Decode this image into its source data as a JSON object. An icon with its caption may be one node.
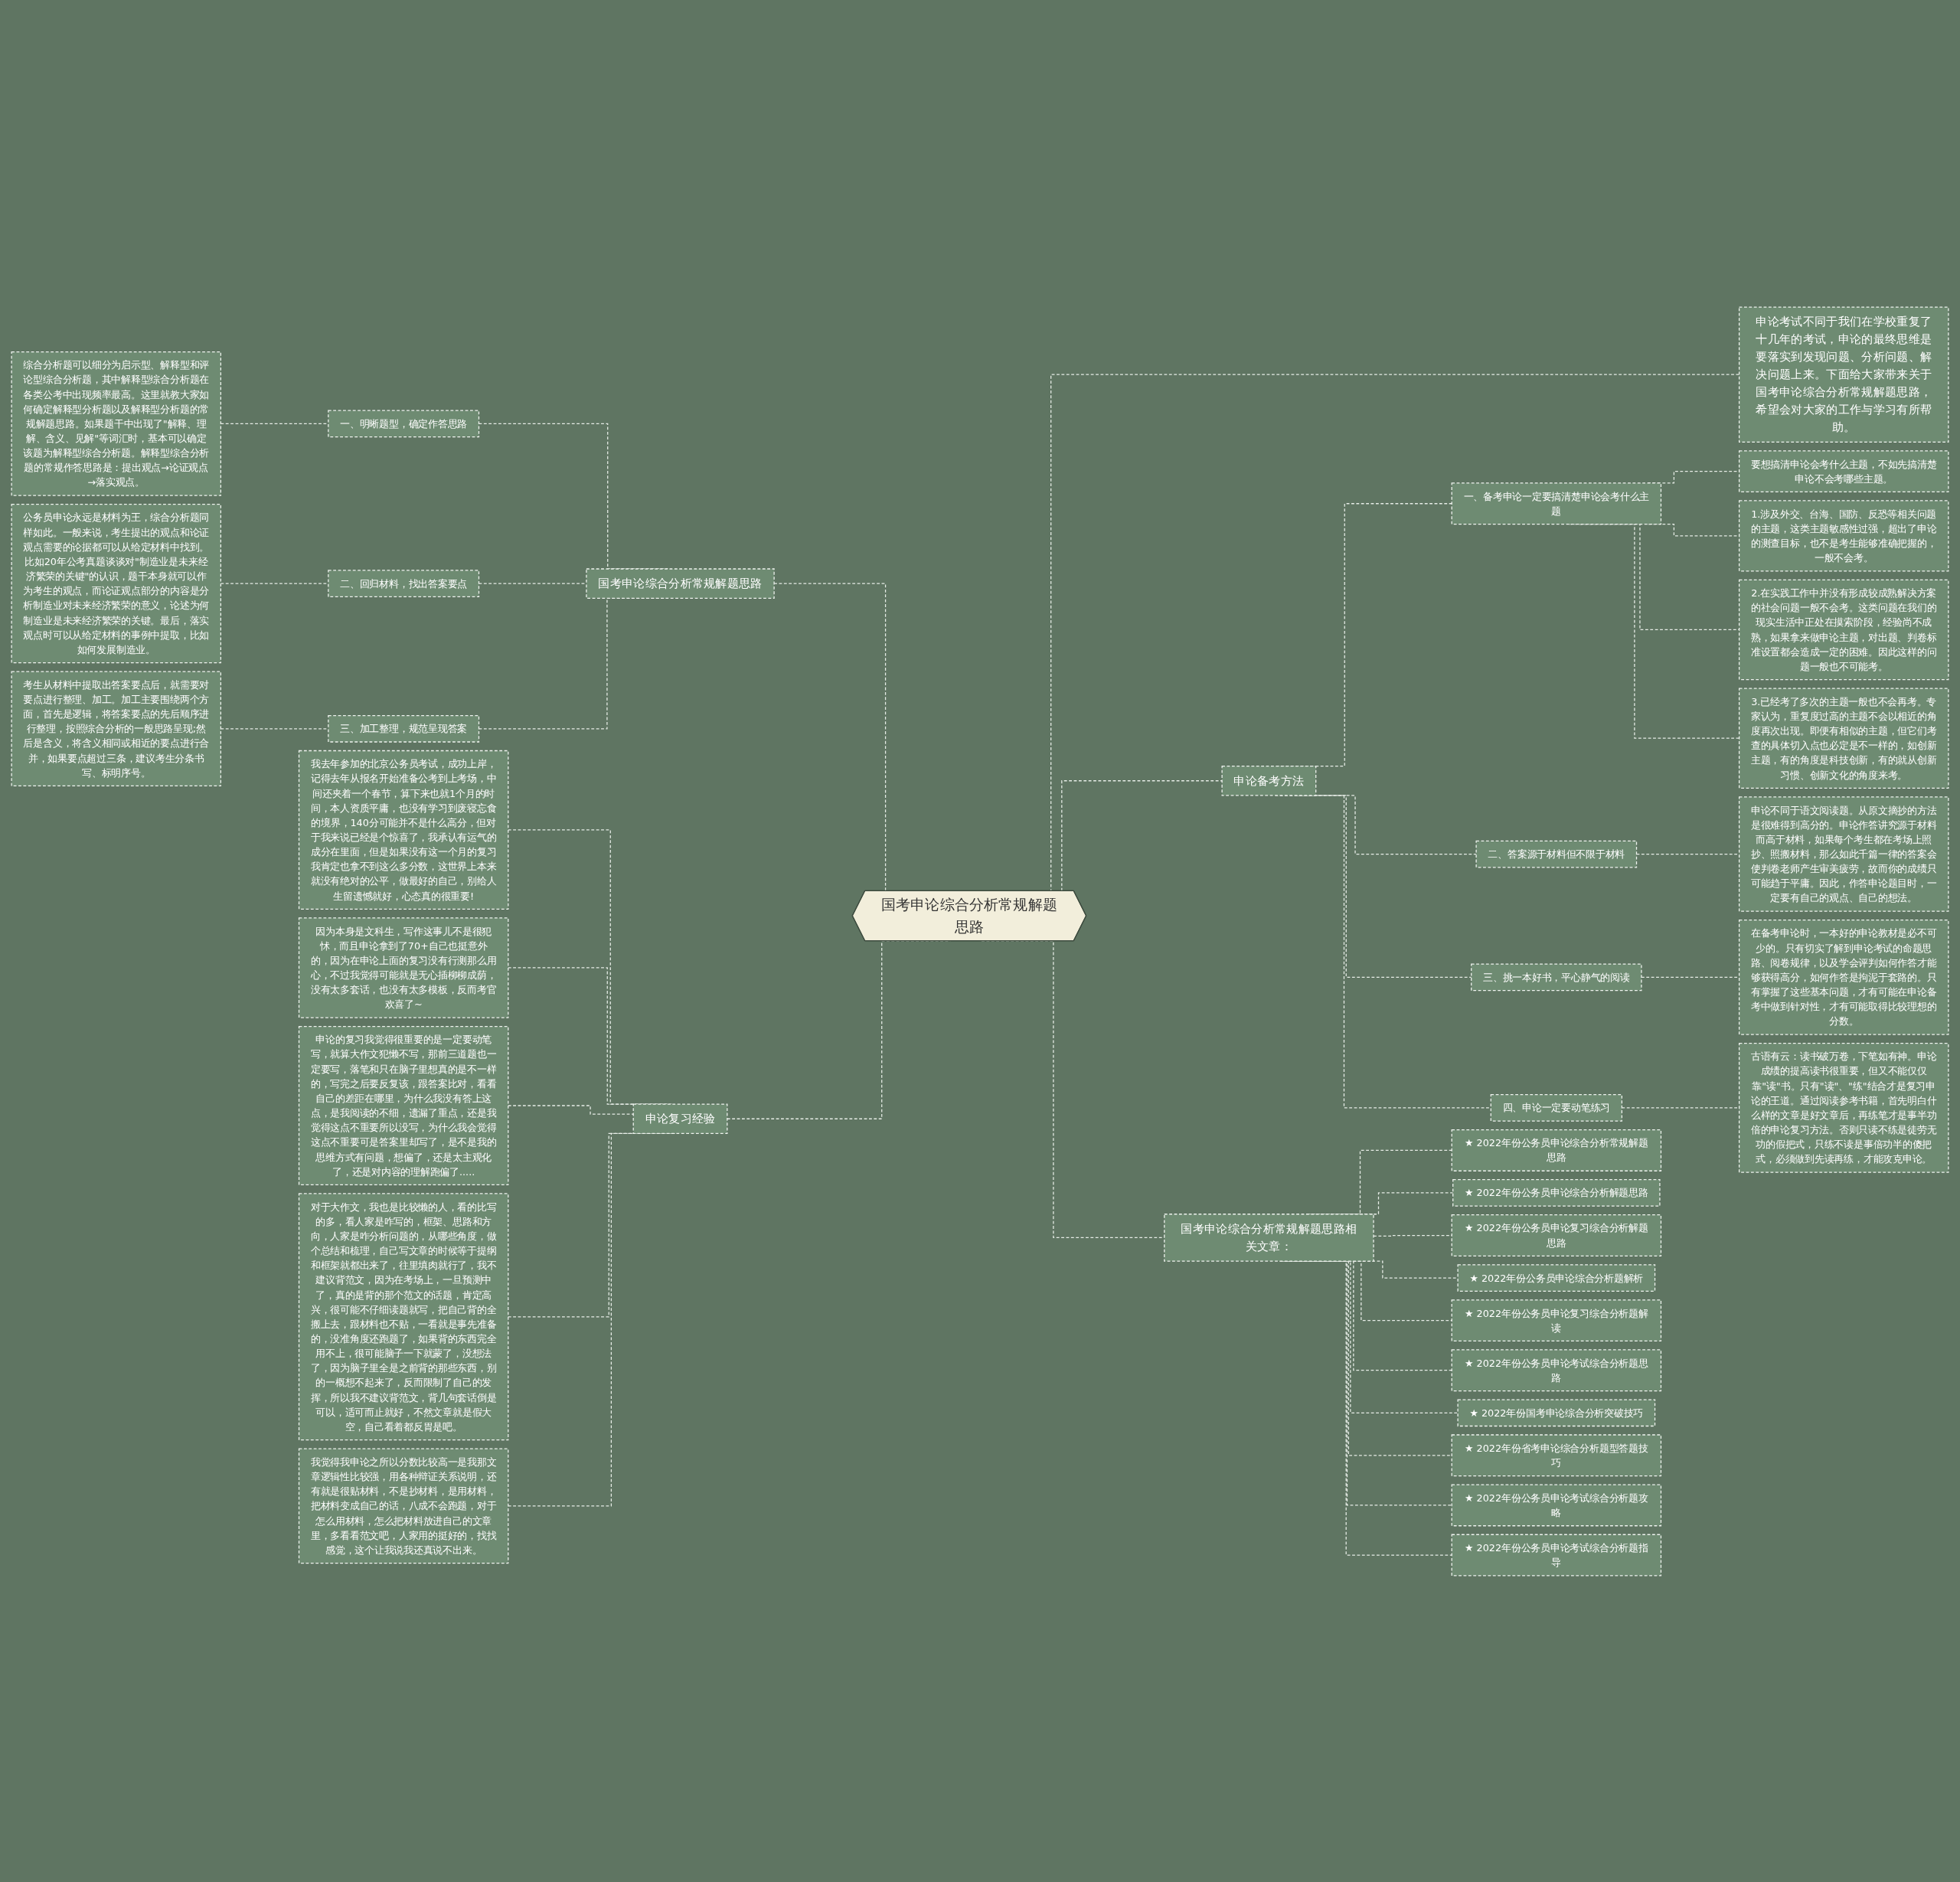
{
  "diagram": {
    "nodes": [
      {
        "text": [
          "国考申论综合分析常规解题思路"
        ]
      },
      {
        "text": [
          "国考申论综合分析常规解题思路"
        ]
      },
      {
        "text": [
          "一、明晰题型，确定作答思路"
        ]
      },
      {
        "text": [
          "综合分析题可以细分为启示型、解释型和评论型综合分析题，其中解释型综合分析题在各类公考中出现频率最高。这里就教大家如何确定解释型分析题以及解释型分析题的常规解题思路。如果题干中出现了\"解释、理解、含义、见解\"等词汇时，基本可以确定该题为解释型综合分析题。解释型综合分析题的常规作答思路是：提出观点→论证观点→落实观点。"
        ]
      },
      {
        "text": [
          "二、回归材料，找出答案要点"
        ]
      },
      {
        "text": [
          "公务员申论永远是材料为王，综合分析题同样如此。一般来说，考生提出的观点和论证观点需要的论据都可以从给定材料中找到。比如20年公考真题谈谈对\"制造业是未来经济繁荣的关键\"的认识，题干本身就可以作为考生的观点，而论证观点部分的内容是分析制造业对未来经济繁荣的意义，论述为何制造业是未来经济繁荣的关键。最后，落实观点时可以从给定材料的事例中提取，比如如何发展制造业。"
        ]
      },
      {
        "text": [
          "三、加工整理，规范呈现答案"
        ]
      },
      {
        "text": [
          "考生从材料中提取出答案要点后，就需要对要点进行整理、加工。加工主要围绕两个方面，首先是逻辑，将答案要点的先后顺序进行整理，按照综合分析的一般思路呈现;然后是含义，将含义相同或相近的要点进行合并，如果要点超过三条，建议考生分条书写、标明序号。"
        ]
      },
      {
        "text": [
          "申论复习经验"
        ]
      },
      {
        "text": [
          "我去年参加的北京公务员考试，成功上岸，记得去年从报名开始准备公考到上考场，中间还夹着一个春节，算下来也就1个月的时间，本人资质平庸，也没有学习到废寝忘食的境界，140分可能并不是什么高分，但对于我来说已经是个惊喜了，我承认有运气的成分在里面，但是如果没有这一个月的复习我肯定也拿不到这么多分数，这世界上本来就没有绝对的公平，做最好的自己，别给人生留遗憾就好，心态真的很重要!"
        ]
      },
      {
        "text": [
          "因为本身是文科生，写作这事儿不是很犯怵，而且申论拿到了70+自己也挺意外的，因为在申论上面的复习没有行测那么用心，不过我觉得可能就是无心插柳柳成荫，没有太多套话，也没有太多模板，反而考官欢喜了~"
        ]
      },
      {
        "text": [
          "申论的复习我觉得很重要的是一定要动笔写，就算大作文犯懒不写，那前三道题也一定要写，落笔和只在脑子里想真的是不一样的，写完之后要反复该，跟答案比对，看看自己的差距在哪里，为什么我没有答上这点，是我阅读的不细，遗漏了重点，还是我觉得这点不重要所以没写，为什么我会觉得这点不重要可是答案里却写了，是不是我的思维方式有问题，想偏了，还是太主观化了，还是对内容的理解跑偏了....."
        ]
      },
      {
        "text": [
          "对于大作文，我也是比较懒的人，看的比写的多，看人家是咋写的，框架、思路和方向，人家是咋分析问题的，从哪些角度，做个总结和梳理，自己写文章的时候等于提纲和框架就都出来了，往里填肉就行了，我不建议背范文，因为在考场上，一旦预测中了，真的是背的那个范文的话题，肯定高兴，很可能不仔细读题就写，把自己背的全搬上去，跟材料也不贴，一看就是事先准备的，没准角度还跑题了，如果背的东西完全用不上，很可能脑子一下就蒙了，没想法了，因为脑子里全是之前背的那些东西，别的一概想不起来了，反而限制了自己的发挥，所以我不建议背范文，背几句套话倒是可以，适可而止就好，不然文章就是假大空，自己看着都反胃是吧。"
        ]
      },
      {
        "text": [
          "我觉得我申论之所以分数比较高一是我那文章逻辑性比较强，用各种辩证关系说明，还有就是很贴材料，不是抄材料，是用材料，把材料变成自己的话，八成不会跑题，对于怎么用材料，怎么把材料放进自己的文章里，多看看范文吧，人家用的挺好的，找找感觉，这个让我说我还真说不出来。"
        ]
      },
      {
        "text": [
          "申论考试不同于我们在学校重复了十几年的考试，申论的最终思维是要落实到发现问题、分析问题、解决问题上来。下面给大家带来关于国考申论综合分析常规解题思路，希望会对大家的工作与学习有所帮助。"
        ]
      },
      {
        "text": [
          "申论备考方法"
        ]
      },
      {
        "text": [
          "一、备考申论一定要搞清楚申论会考什么主题"
        ]
      },
      {
        "text": [
          "要想搞清申论会考什么主题，不如先搞清楚申论不会考哪些主题。"
        ]
      },
      {
        "text": [
          "1.涉及外交、台海、国防、反恐等相关问题的主题，这类主题敏感性过强，超出了申论的测查目标，也不是考生能够准确把握的，一般不会考。"
        ]
      },
      {
        "text": [
          "2.在实践工作中并没有形成较成熟解决方案的社会问题一般不会考。这类问题在我们的现实生活中正处在摸索阶段，经验尚不成熟，如果拿来做申论主题，对出题、判卷标准设置都会造成一定的困难。因此这样的问题一般也不可能考。"
        ]
      },
      {
        "text": [
          "3.已经考了多次的主题一般也不会再考。专家认为，重复度过高的主题不会以相近的角度再次出现。即便有相似的主题，但它们考查的具体切入点也必定是不一样的，如创新主题，有的角度是科技创新，有的就从创新习惯、创新文化的角度来考。"
        ]
      },
      {
        "text": [
          "二、答案源于材料但不限于材料"
        ]
      },
      {
        "text": [
          "申论不同于语文阅读题。从原文摘抄的方法是很难得到高分的。申论作答讲究源于材料而高于材料，如果每个考生都在考场上照抄、照搬材料，那么如此千篇一律的答案会使判卷老师产生审美疲劳，故而你的成绩只可能趋于平庸。因此，作答申论题目时，一定要有自己的观点、自己的想法。"
        ]
      },
      {
        "text": [
          "三、挑一本好书，平心静气的阅读"
        ]
      },
      {
        "text": [
          "在备考申论时，一本好的申论教材是必不可少的。只有切实了解到申论考试的命题思路、阅卷规律，以及学会评判如何作答才能够获得高分，如何作答是拘泥于套路的。只有掌握了这些基本问题，才有可能在申论备考中做到针对性，才有可能取得比较理想的分数。"
        ]
      },
      {
        "text": [
          "四、申论一定要动笔练习"
        ]
      },
      {
        "text": [
          "古语有云：读书破万卷，下笔如有神。申论成绩的提高读书很重要，但又不能仅仅靠\"读\"书。只有\"读\"、\"练\"结合才是复习申论的王道。通过阅读参考书籍，首先明白什么样的文章是好文章后，再练笔才是事半功倍的申论复习方法。否则只读不练是徒劳无功的假把式，只练不读是事倍功半的傻把式，必须做到先读再练，才能攻克申论。"
        ]
      },
      {
        "text": [
          "国考申论综合分析常规解题思路相关文章："
        ]
      },
      {
        "text": [
          "★ 2022年份公务员申论综合分析常规解题思路"
        ]
      },
      {
        "text": [
          "★ 2022年份公务员申论综合分析解题思路"
        ]
      },
      {
        "text": [
          "★ 2022年份公务员申论复习综合分析解题思路"
        ]
      },
      {
        "text": [
          "★ 2022年份公务员申论综合分析题解析"
        ]
      },
      {
        "text": [
          "★ 2022年份公务员申论复习综合分析题解读"
        ]
      },
      {
        "text": [
          "★ 2022年份公务员申论考试综合分析题思路"
        ]
      },
      {
        "text": [
          "★ 2022年份国考申论综合分析突破技巧"
        ]
      },
      {
        "text": [
          "★ 2022年份省考申论综合分析题型答题技巧"
        ]
      },
      {
        "text": [
          "★ 2022年份公务员申论考试综合分析题攻略"
        ]
      },
      {
        "text": [
          "★ 2022年份公务员申论考试综合分析题指导"
        ]
      }
    ],
    "edges": [
      {
        "from": 3,
        "to": 2,
        "arrow": "none",
        "style": "dashed"
      },
      {
        "from": 2,
        "to": 1,
        "arrow": "none",
        "style": "dashed"
      },
      {
        "from": 5,
        "to": 4,
        "arrow": "none",
        "style": "dashed"
      },
      {
        "from": 4,
        "to": 1,
        "arrow": "none",
        "style": "dashed"
      },
      {
        "from": 7,
        "to": 6,
        "arrow": "none",
        "style": "dashed"
      },
      {
        "from": 6,
        "to": 1,
        "arrow": "none",
        "style": "dashed"
      },
      {
        "from": 1,
        "to": 0,
        "arrow": "none",
        "style": "dashed"
      },
      {
        "from": 9,
        "to": 8,
        "arrow": "none",
        "style": "dashed"
      },
      {
        "from": 10,
        "to": 8,
        "arrow": "none",
        "style": "dashed"
      },
      {
        "from": 11,
        "to": 8,
        "arrow": "none",
        "style": "dashed"
      },
      {
        "from": 12,
        "to": 8,
        "arrow": "none",
        "style": "dashed"
      },
      {
        "from": 13,
        "to": 8,
        "arrow": "none",
        "style": "dashed"
      },
      {
        "from": 8,
        "to": 0,
        "arrow": "none",
        "style": "dashed"
      },
      {
        "from": 0,
        "to": 14,
        "arrow": "none",
        "style": "dashed"
      },
      {
        "from": 0,
        "to": 15,
        "arrow": "none",
        "style": "dashed"
      },
      {
        "from": 15,
        "to": 16,
        "arrow": "none",
        "style": "dashed"
      },
      {
        "from": 16,
        "to": 17,
        "arrow": "none",
        "style": "dashed"
      },
      {
        "from": 16,
        "to": 18,
        "arrow": "none",
        "style": "dashed"
      },
      {
        "from": 16,
        "to": 19,
        "arrow": "none",
        "style": "dashed"
      },
      {
        "from": 16,
        "to": 20,
        "arrow": "none",
        "style": "dashed"
      },
      {
        "from": 15,
        "to": 21,
        "arrow": "none",
        "style": "dashed"
      },
      {
        "from": 21,
        "to": 22,
        "arrow": "none",
        "style": "dashed"
      },
      {
        "from": 15,
        "to": 23,
        "arrow": "none",
        "style": "dashed"
      },
      {
        "from": 23,
        "to": 24,
        "arrow": "none",
        "style": "dashed"
      },
      {
        "from": 15,
        "to": 25,
        "arrow": "none",
        "style": "dashed"
      },
      {
        "from": 25,
        "to": 26,
        "arrow": "none",
        "style": "dashed"
      },
      {
        "from": 0,
        "to": 27,
        "arrow": "none",
        "style": "dashed"
      },
      {
        "from": 27,
        "to": 28,
        "arrow": "none",
        "style": "dashed"
      },
      {
        "from": 27,
        "to": 29,
        "arrow": "none",
        "style": "dashed"
      },
      {
        "from": 27,
        "to": 30,
        "arrow": "none",
        "style": "dashed"
      },
      {
        "from": 27,
        "to": 31,
        "arrow": "none",
        "style": "dashed"
      },
      {
        "from": 27,
        "to": 32,
        "arrow": "none",
        "style": "dashed"
      },
      {
        "from": 27,
        "to": 33,
        "arrow": "none",
        "style": "dashed"
      },
      {
        "from": 27,
        "to": 34,
        "arrow": "none",
        "style": "dashed"
      },
      {
        "from": 27,
        "to": 35,
        "arrow": "none",
        "style": "dashed"
      },
      {
        "from": 27,
        "to": 36,
        "arrow": "none",
        "style": "dashed"
      },
      {
        "from": 27,
        "to": 37,
        "arrow": "none",
        "style": "dashed"
      }
    ]
  }
}
